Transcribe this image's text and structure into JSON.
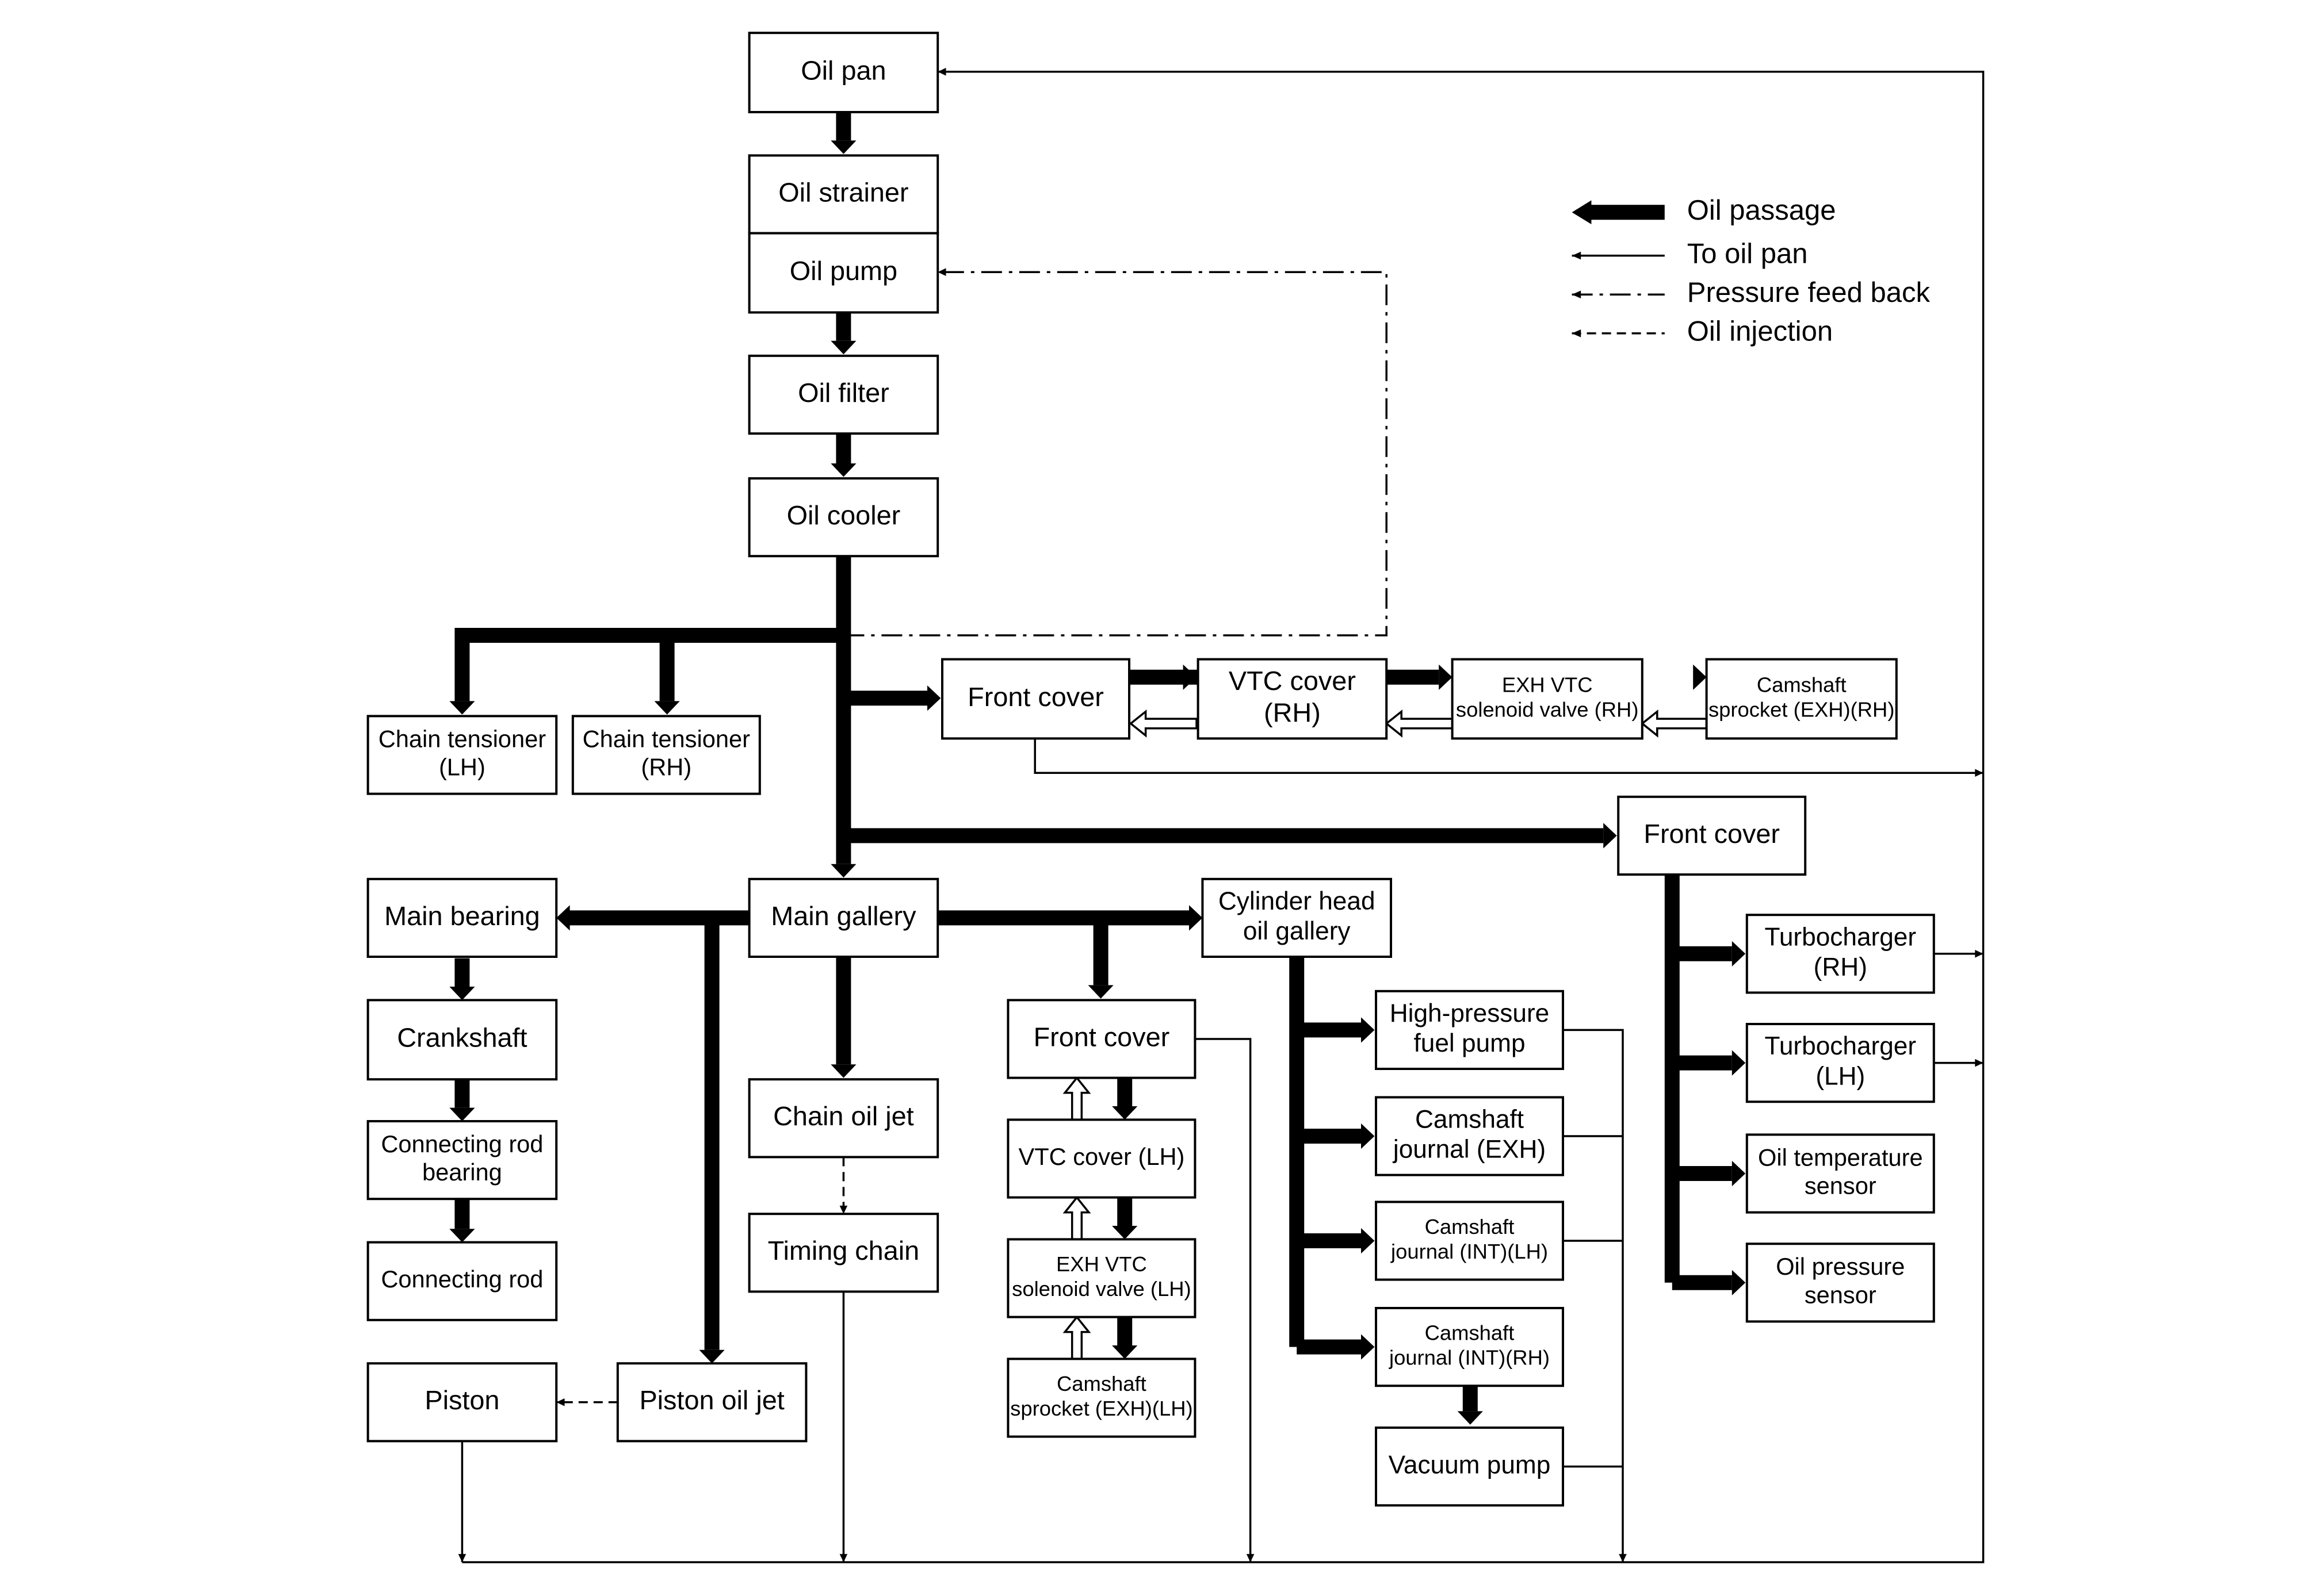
{
  "legend": {
    "oil_passage": "Oil passage",
    "to_oil_pan": "To oil pan",
    "pressure_feed_back": "Pressure feed back",
    "oil_injection": "Oil injection"
  },
  "boxes": {
    "oil_pan": [
      "Oil pan"
    ],
    "oil_strainer": [
      "Oil strainer"
    ],
    "oil_pump": [
      "Oil pump"
    ],
    "oil_filter": [
      "Oil filter"
    ],
    "oil_cooler": [
      "Oil cooler"
    ],
    "chain_tensioner_lh": [
      "Chain tensioner",
      "(LH)"
    ],
    "chain_tensioner_rh": [
      "Chain tensioner",
      "(RH)"
    ],
    "front_cover_rh_path": [
      "Front cover"
    ],
    "vtc_cover_rh": [
      "VTC cover",
      "(RH)"
    ],
    "exh_vtc_solenoid_rh": [
      "EXH VTC",
      "solenoid valve (RH)"
    ],
    "camshaft_sprocket_exh_rh": [
      "Camshaft",
      "sprocket (EXH)(RH)"
    ],
    "front_cover_turbo": [
      "Front cover"
    ],
    "main_bearing": [
      "Main bearing"
    ],
    "main_gallery": [
      "Main gallery"
    ],
    "cylinder_head_oil_gallery": [
      "Cylinder head",
      "oil gallery"
    ],
    "crankshaft": [
      "Crankshaft"
    ],
    "front_cover_lh_path": [
      "Front cover"
    ],
    "chain_oil_jet": [
      "Chain oil jet"
    ],
    "connecting_rod_bearing": [
      "Connecting rod",
      "bearing"
    ],
    "connecting_rod": [
      "Connecting rod"
    ],
    "timing_chain": [
      "Timing chain"
    ],
    "vtc_cover_lh": [
      "VTC cover (LH)"
    ],
    "exh_vtc_solenoid_lh": [
      "EXH VTC",
      "solenoid valve (LH)"
    ],
    "camshaft_sprocket_exh_lh": [
      "Camshaft",
      "sprocket (EXH)(LH)"
    ],
    "piston": [
      "Piston"
    ],
    "piston_oil_jet": [
      "Piston oil jet"
    ],
    "high_pressure_fuel_pump": [
      "High-pressure",
      "fuel pump"
    ],
    "camshaft_journal_exh": [
      "Camshaft",
      "journal (EXH)"
    ],
    "camshaft_journal_int_lh": [
      "Camshaft",
      "journal (INT)(LH)"
    ],
    "camshaft_journal_int_rh": [
      "Camshaft",
      "journal (INT)(RH)"
    ],
    "vacuum_pump": [
      "Vacuum pump"
    ],
    "turbocharger_rh": [
      "Turbocharger",
      "(RH)"
    ],
    "turbocharger_lh": [
      "Turbocharger",
      "(LH)"
    ],
    "oil_temperature_sensor": [
      "Oil temperature",
      "sensor"
    ],
    "oil_pressure_sensor": [
      "Oil pressure",
      "sensor"
    ]
  }
}
